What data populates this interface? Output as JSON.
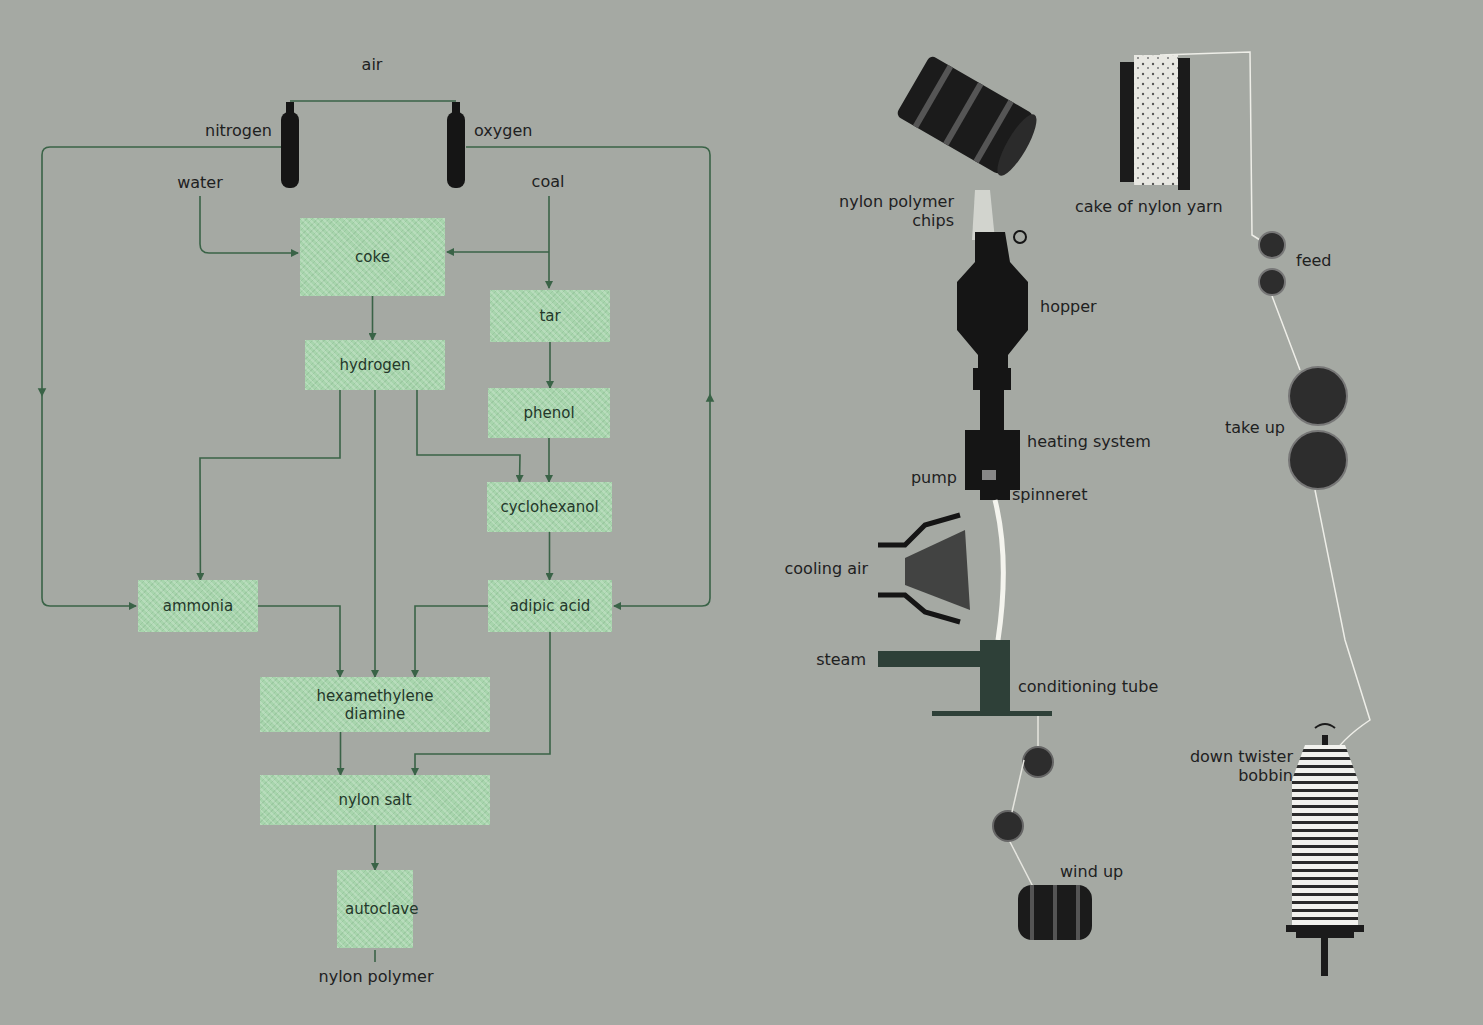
{
  "diagram": {
    "nodes": [
      {
        "text": [
          "coke"
        ]
      },
      {
        "text": [
          "tar"
        ]
      },
      {
        "text": [
          "hydrogen"
        ]
      },
      {
        "text": [
          "phenol"
        ]
      },
      {
        "text": [
          "cyclohexanol"
        ]
      },
      {
        "text": [
          "ammonia"
        ]
      },
      {
        "text": [
          "adipic acid"
        ]
      },
      {
        "text": [
          "hexamethylene diamine"
        ]
      },
      {
        "text": [
          "nylon salt"
        ]
      },
      {
        "text": [
          "autoclave"
        ]
      }
    ],
    "edges": [
      {
        "from": 0,
        "to": 2,
        "arrow": "to"
      },
      {
        "from": 1,
        "to": 3,
        "arrow": "to"
      },
      {
        "from": 3,
        "to": 4,
        "arrow": "to"
      },
      {
        "from": 2,
        "to": 4,
        "arrow": "to"
      },
      {
        "from": 2,
        "to": 5,
        "arrow": "to"
      },
      {
        "from": 2,
        "to": 7,
        "arrow": "to"
      },
      {
        "from": 5,
        "to": 7,
        "arrow": "to"
      },
      {
        "from": 4,
        "to": 6,
        "arrow": "to"
      },
      {
        "from": 6,
        "to": 7,
        "arrow": "to"
      },
      {
        "from": 6,
        "to": 8,
        "arrow": "to"
      },
      {
        "from": 7,
        "to": 8,
        "arrow": "to"
      },
      {
        "from": 8,
        "to": 9,
        "arrow": "to"
      }
    ],
    "labels": [
      "air",
      "nitrogen",
      "oxygen",
      "water",
      "coal",
      "nylon polymer",
      "nylon polymer chips",
      "hopper",
      "heating system",
      "pump",
      "spinneret",
      "cooling air",
      "steam",
      "conditioning tube",
      "wind up",
      "cake of nylon yarn",
      "feed",
      "take up",
      "down twister bobbin"
    ]
  }
}
